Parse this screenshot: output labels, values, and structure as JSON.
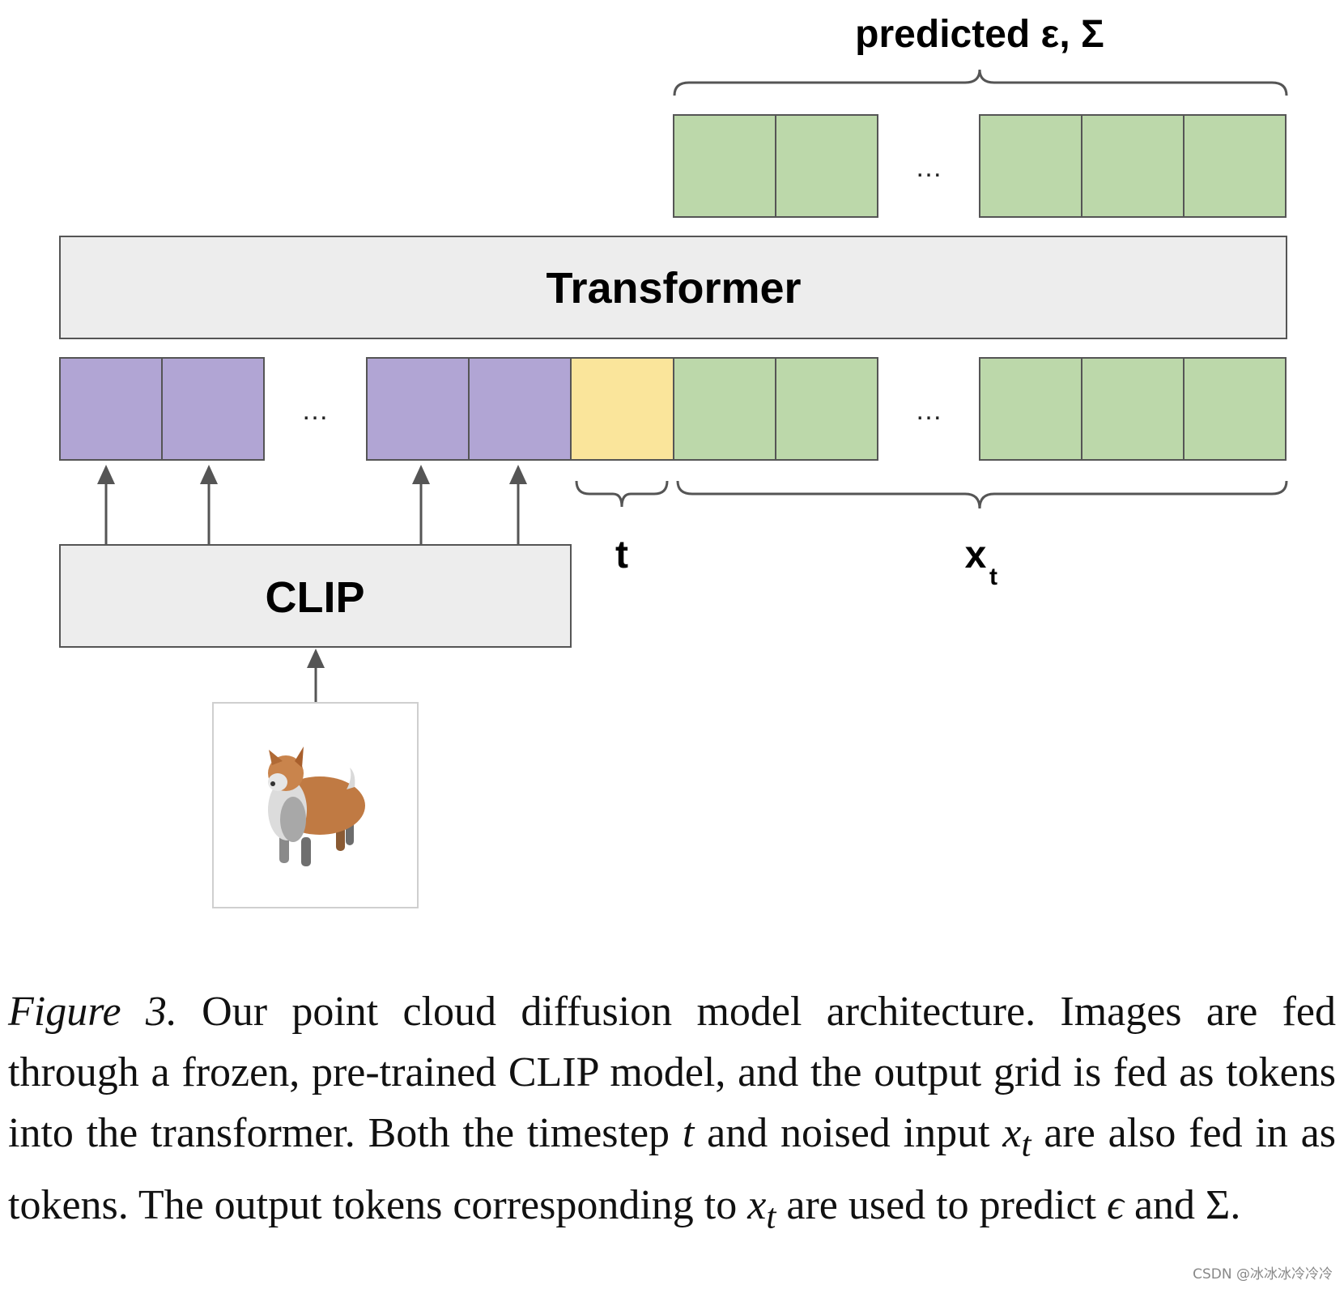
{
  "labels": {
    "predicted": "predicted ε, Σ",
    "transformer": "Transformer",
    "clip": "CLIP",
    "t": "t",
    "x": "x",
    "x_sub": "t",
    "ellipsis": "…"
  },
  "caption": {
    "figure_label": "Figure 3.",
    "text_1": " Our point cloud diffusion model architecture. Images are fed through a frozen, pre-trained CLIP model, and the output grid is fed as tokens into the transformer. Both the timestep ",
    "var_t": "t",
    "text_2": " and noised input ",
    "var_x": "x",
    "var_x_sub": "t",
    "text_3": " are also fed in as tokens. The output tokens corresponding to ",
    "var_x2": "x",
    "var_x2_sub": "t",
    "text_4": " are used to predict ",
    "var_eps": "ϵ",
    "text_5": " and Σ."
  },
  "watermark": "CSDN @冰冰冰冷冷冷",
  "colors": {
    "clip_token": "#b1a5d4",
    "time_token": "#fae59b",
    "point_token": "#bcd8aa",
    "box_fill": "#ededed",
    "stroke": "#555555"
  },
  "icons": {
    "input_image": "corgi-image-icon"
  }
}
